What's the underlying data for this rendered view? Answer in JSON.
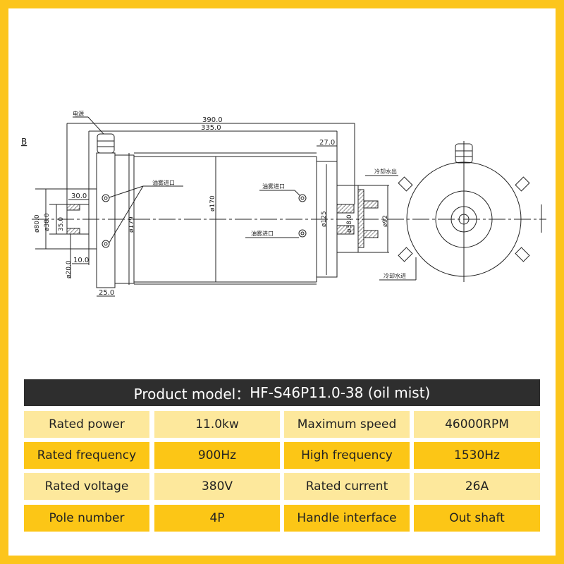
{
  "drawing": {
    "section_mark": "B",
    "labels": {
      "power": "电源",
      "oil_mist_inlet": "油雾进口",
      "cooling_out": "冷却水出",
      "cooling_in": "冷却水进"
    },
    "dimensions": {
      "d390": "390.0",
      "d335": "335.0",
      "d27": "27.0",
      "d30": "30.0",
      "d10": "10.0",
      "d25": "25.0",
      "dia80": "ø80.0",
      "dia38": "ø38.0",
      "d35": "35.0",
      "dia20": "ø20.0",
      "dia179": "ø179",
      "dia170": "ø170",
      "dia125": "ø125",
      "dia38b": "ø38.0",
      "dia92": "ø92"
    }
  },
  "header": {
    "label": "Product model：",
    "model": "HF-S46P11.0-38 (oil mist)"
  },
  "specs": [
    [
      "Rated power",
      "11.0kw",
      "Maximum speed",
      "46000RPM"
    ],
    [
      "Rated frequency",
      "900Hz",
      "High frequency",
      "1530Hz"
    ],
    [
      "Rated voltage",
      "380V",
      "Rated current",
      "26A"
    ],
    [
      "Pole number",
      "4P",
      "Handle interface",
      "Out shaft"
    ]
  ],
  "colors": {
    "frame": "#fcc51c",
    "header": "#2e2e2e",
    "row_light": "#fde89c",
    "row_dark": "#fcc616"
  }
}
